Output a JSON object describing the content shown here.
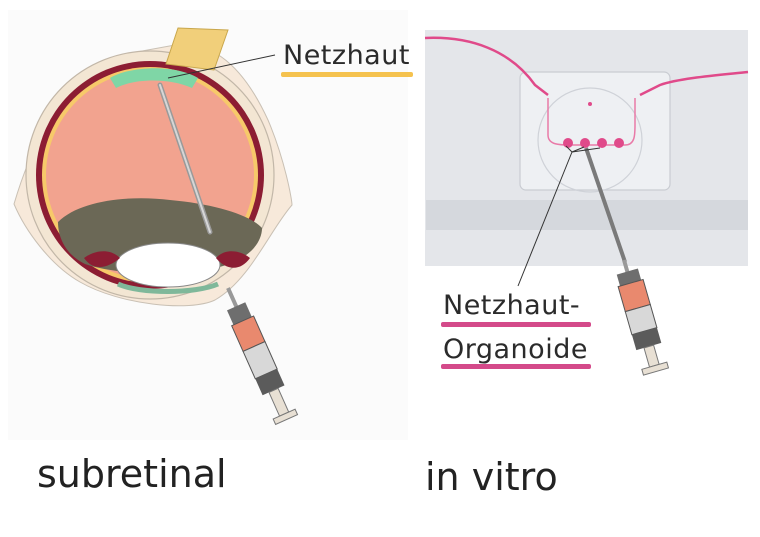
{
  "labels": {
    "netzhaut": "Netzhaut",
    "organoid_line1": "Netzhaut-",
    "organoid_line2": "Organoide",
    "left_caption": "subretinal",
    "right_caption": "in vitro"
  },
  "colors": {
    "vitreous": "#f2a38f",
    "choroid": "#8c1d33",
    "lesion": "#6b6856",
    "retina_highlight": "#7fd6a6",
    "yellow_underline": "#f5c24e",
    "pink_underline": "#d44a8a",
    "chip_bg": "#e4e6ea",
    "tube_pink": "#e04a8a"
  }
}
